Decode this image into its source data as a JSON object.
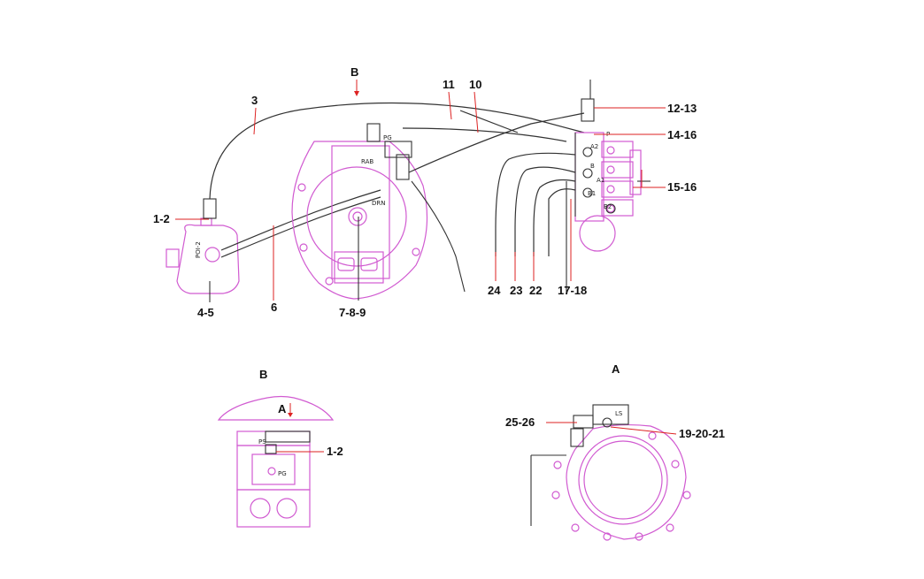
{
  "labels": {
    "l_1_2": "1-2",
    "l_3": "3",
    "l_4_5": "4-5",
    "l_6": "6",
    "l_7_8_9": "7-8-9",
    "l_10": "10",
    "l_11": "11",
    "l_12_13": "12-13",
    "l_14_16": "14-16",
    "l_15_16": "15-16",
    "l_17_18": "17-18",
    "l_22": "22",
    "l_23": "23",
    "l_24": "24",
    "l_b_arrow": "B",
    "l_view_b": "B",
    "l_view_a": "A",
    "l_a_arrow": "A",
    "l_1_2_b": "1-2",
    "l_25_26": "25-26",
    "l_19_20_21": "19-20-21"
  },
  "port_marks": {
    "pg_top": "PG",
    "pg_view_b": "PG",
    "ps_view_b": "PS",
    "p_valve": "P",
    "a2": "A2",
    "a1": "A1",
    "b": "B",
    "b1": "B1",
    "b2": "B2",
    "ls": "LS"
  },
  "colors": {
    "component_outline": "#d15bd1",
    "hose_line": "#333333",
    "leader_line": "#d22222",
    "label_text": "#111111"
  }
}
